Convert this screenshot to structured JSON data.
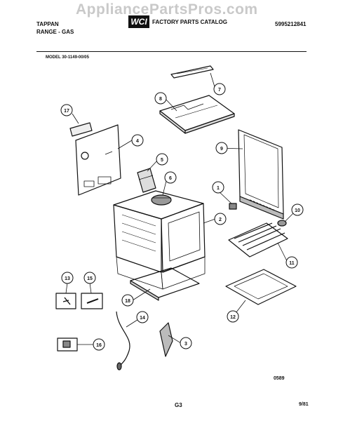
{
  "header": {
    "brand": "TAPPAN",
    "product": "RANGE - GAS",
    "logo": "WCI",
    "catalog_title": "FACTORY PARTS CATALOG",
    "part_number": "5995212841",
    "watermark": "AppliancePartsPros.com",
    "model": "MODEL 30-1149-00/05"
  },
  "callouts": [
    "17",
    "8",
    "7",
    "4",
    "5",
    "6",
    "9",
    "1",
    "2",
    "10",
    "11",
    "13",
    "15",
    "18",
    "12",
    "14",
    "16",
    "3"
  ],
  "footer": {
    "code": "0589",
    "page": "G3",
    "date": "9/81"
  }
}
